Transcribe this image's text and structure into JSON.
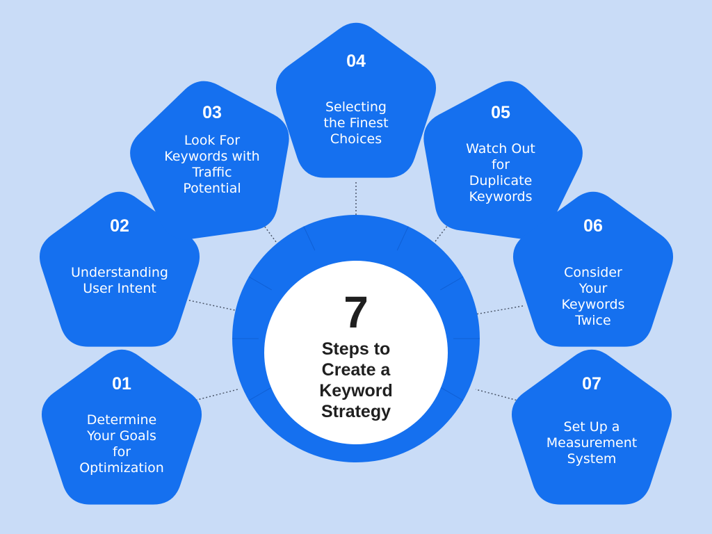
{
  "center": {
    "number": "7",
    "title": "Steps to\nCreate a\nKeyword\nStrategy"
  },
  "steps": [
    {
      "number": "01",
      "label": "Determine\nYour Goals\nfor\nOptimization"
    },
    {
      "number": "02",
      "label": "Understanding\nUser Intent"
    },
    {
      "number": "03",
      "label": "Look For\nKeywords with\nTraffic\nPotential"
    },
    {
      "number": "04",
      "label": "Selecting\nthe Finest\nChoices"
    },
    {
      "number": "05",
      "label": "Watch Out\nfor\nDuplicate\nKeywords"
    },
    {
      "number": "06",
      "label": "Consider\nYour\nKeywords\nTwice"
    },
    {
      "number": "07",
      "label": "Set Up a\nMeasurement\nSystem"
    }
  ],
  "colors": {
    "background": "#c9dcf7",
    "shape": "#1570ef",
    "ring": "#1570ef",
    "center_fill": "#ffffff",
    "text_dark": "#1f1f1f",
    "connector": "#4a5568"
  }
}
